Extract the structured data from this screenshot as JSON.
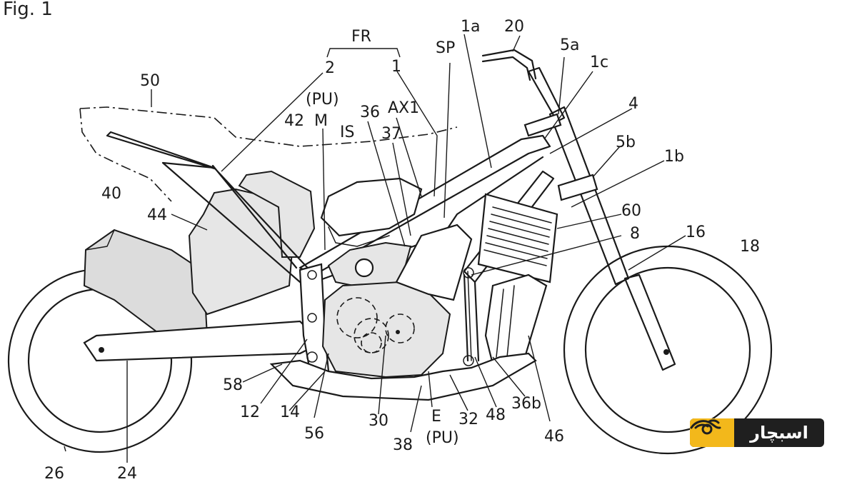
{
  "figure": {
    "caption": "Fig. 1"
  },
  "labels": [
    {
      "id": "FR",
      "text": "FR"
    },
    {
      "id": "1a",
      "text": "1a"
    },
    {
      "id": "20",
      "text": "20"
    },
    {
      "id": "SP",
      "text": "SP"
    },
    {
      "id": "5a",
      "text": "5a"
    },
    {
      "id": "2",
      "text": "2"
    },
    {
      "id": "1",
      "text": "1"
    },
    {
      "id": "1c",
      "text": "1c"
    },
    {
      "id": "50",
      "text": "50"
    },
    {
      "id": "PU-M",
      "text": "(PU)"
    },
    {
      "id": "M",
      "text": "M"
    },
    {
      "id": "36",
      "text": "36"
    },
    {
      "id": "AX1",
      "text": "AX1"
    },
    {
      "id": "4",
      "text": "4"
    },
    {
      "id": "42",
      "text": "42"
    },
    {
      "id": "IS",
      "text": "IS"
    },
    {
      "id": "37",
      "text": "37"
    },
    {
      "id": "5b",
      "text": "5b"
    },
    {
      "id": "1b",
      "text": "1b"
    },
    {
      "id": "40",
      "text": "40"
    },
    {
      "id": "44",
      "text": "44"
    },
    {
      "id": "60",
      "text": "60"
    },
    {
      "id": "8",
      "text": "8"
    },
    {
      "id": "16",
      "text": "16"
    },
    {
      "id": "18",
      "text": "18"
    },
    {
      "id": "58",
      "text": "58"
    },
    {
      "id": "12",
      "text": "12"
    },
    {
      "id": "14",
      "text": "14"
    },
    {
      "id": "56",
      "text": "56"
    },
    {
      "id": "30",
      "text": "30"
    },
    {
      "id": "E",
      "text": "E"
    },
    {
      "id": "PU-E",
      "text": "(PU)"
    },
    {
      "id": "38",
      "text": "38"
    },
    {
      "id": "32",
      "text": "32"
    },
    {
      "id": "48",
      "text": "48"
    },
    {
      "id": "36b",
      "text": "36b"
    },
    {
      "id": "46",
      "text": "46"
    },
    {
      "id": "26",
      "text": "26"
    },
    {
      "id": "24",
      "text": "24"
    }
  ],
  "logo": {
    "text": "اسبچار",
    "icon": "speed-wing-icon"
  }
}
